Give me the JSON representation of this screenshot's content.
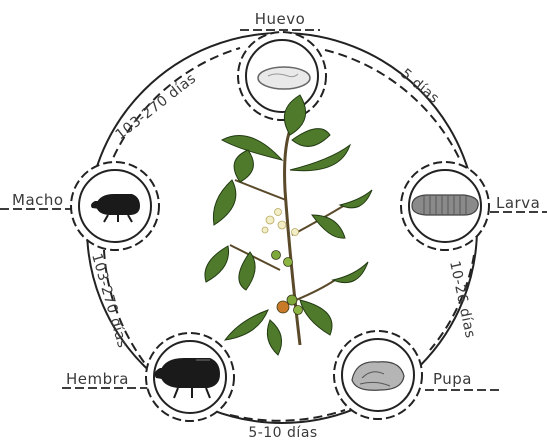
{
  "stages": {
    "huevo": "Huevo",
    "larva": "Larva",
    "pupa": "Pupa",
    "hembra": "Hembra",
    "macho": "Macho"
  },
  "durations": {
    "egg_to_larva": "5 días",
    "larva_to_pupa": "10-26 días",
    "pupa_to_hembra": "5-10 días",
    "female_span": "103-270 días",
    "male_span": "103-270 días"
  },
  "center_image": "coffee-plant-icon"
}
